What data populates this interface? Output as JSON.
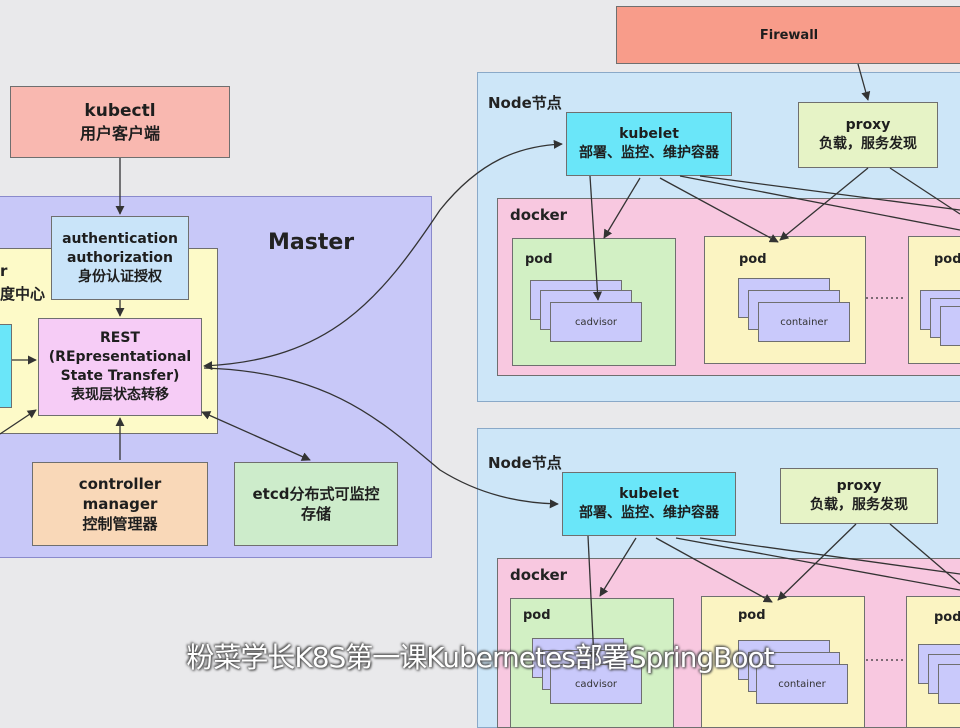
{
  "firewall": {
    "label": "Firewall"
  },
  "kubectl": {
    "title": "kubectl",
    "subtitle": "用户客户端"
  },
  "master": {
    "label": "Master",
    "left_fragments": [
      "r",
      "度中心"
    ],
    "auth": {
      "line1": "authentication",
      "line2": "authorization",
      "line3": "身份认证授权"
    },
    "rest": {
      "line1": "REST",
      "line2": "(REpresentational",
      "line3": "State Transfer)",
      "line4": "表现层状态转移"
    },
    "controller": {
      "line1": "controller",
      "line2": "manager",
      "line3": "控制管理器"
    },
    "etcd": {
      "line1": "etcd分布式可监控",
      "line2": "存储"
    }
  },
  "nodes": [
    {
      "label": "Node节点",
      "kubelet": {
        "title": "kubelet",
        "subtitle": "部署、监控、维护容器"
      },
      "proxy": {
        "title": "proxy",
        "subtitle": "负载，服务发现"
      },
      "docker_label": "docker",
      "pods": [
        {
          "label": "pod",
          "inner": "cadvisor"
        },
        {
          "label": "pod",
          "inner": "container"
        },
        {
          "label": "pod",
          "inner": ""
        }
      ]
    },
    {
      "label": "Node节点",
      "kubelet": {
        "title": "kubelet",
        "subtitle": "部署、监控、维护容器"
      },
      "proxy": {
        "title": "proxy",
        "subtitle": "负载，服务发现"
      },
      "docker_label": "docker",
      "pods": [
        {
          "label": "pod",
          "inner": "cadvisor"
        },
        {
          "label": "pod",
          "inner": "container"
        },
        {
          "label": "pod",
          "inner": ""
        }
      ]
    }
  ],
  "caption": "粉菜学长K8S第一课Kubernetes部署SpringBoot",
  "colors": {
    "firewall": "#f89c8a",
    "kubectl": "#f9b8b0",
    "master": "#c8c8f8",
    "scheduler": "#fdfac8",
    "auth": "#c9e4f9",
    "rest": "#f6ccf6",
    "controller": "#f9d8b8",
    "etcd": "#cdeccb",
    "node": "#cde6f8",
    "kubelet": "#6ae6f9",
    "proxy": "#e6f3c6",
    "docker": "#f8c8e0",
    "pod_cadvisor": "#d2f0c4",
    "pod_container": "#fbf4c2"
  }
}
